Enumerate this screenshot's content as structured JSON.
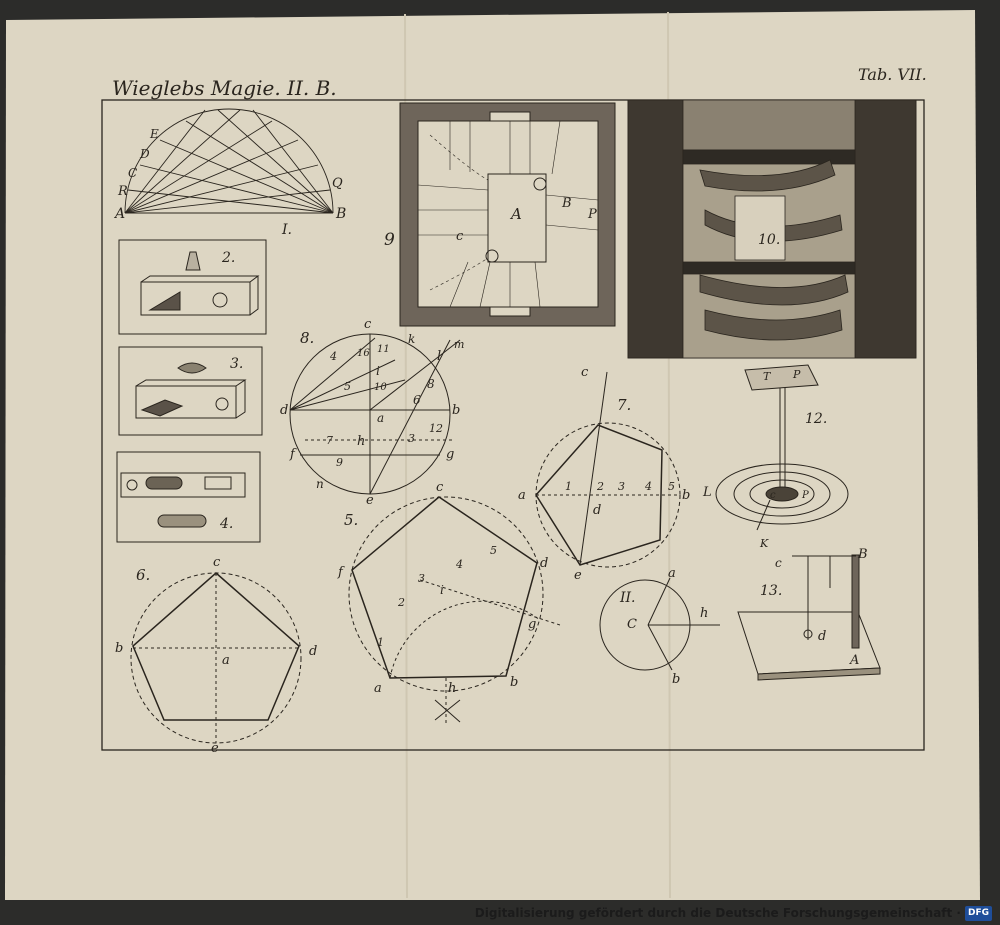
{
  "header": {
    "title": "Wieglebs Magie. II. B.",
    "plate": "Tab. VII."
  },
  "figures": {
    "fig1": {
      "number": "I.",
      "labels": [
        "A",
        "B",
        "R",
        "Q",
        "C",
        "D",
        "E"
      ]
    },
    "fig2": {
      "number": "2."
    },
    "fig3": {
      "number": "3."
    },
    "fig4": {
      "number": "4."
    },
    "fig5": {
      "number": "5.",
      "labels": [
        "c",
        "d",
        "a",
        "b",
        "f",
        "g",
        "h",
        "i",
        "1",
        "2",
        "3",
        "4",
        "5"
      ]
    },
    "fig6": {
      "number": "6.",
      "labels": [
        "c",
        "b",
        "d",
        "a",
        "e"
      ]
    },
    "fig7": {
      "number": "7.",
      "labels": [
        "c",
        "a",
        "b",
        "d",
        "e",
        "1",
        "2",
        "3",
        "4",
        "5"
      ]
    },
    "fig8": {
      "number": "8.",
      "labels": [
        "c",
        "d",
        "b",
        "e",
        "f",
        "g",
        "h",
        "i",
        "k",
        "l",
        "m",
        "n",
        "a",
        "4",
        "16",
        "11",
        "5",
        "10",
        "8",
        "6",
        "12",
        "7",
        "9",
        "3"
      ]
    },
    "fig9": {
      "number": "9",
      "labels": [
        "A",
        "B",
        "P",
        "c"
      ]
    },
    "fig10": {
      "number": "10."
    },
    "fig11": {
      "number": "II.",
      "labels": [
        "a",
        "b",
        "C",
        "h"
      ]
    },
    "fig12": {
      "number": "12.",
      "labels": [
        "T",
        "P",
        "L",
        "c",
        "P",
        "K"
      ]
    },
    "fig13": {
      "number": "13.",
      "labels": [
        "c",
        "B",
        "d",
        "A"
      ]
    }
  },
  "footer": {
    "caption": "Digitalisierung gefördert durch die Deutsche Forschungsgemeinschaft ·",
    "logo": "DFG"
  },
  "colors": {
    "paper": "#ddd6c3",
    "ink": "#2a251e",
    "background": "#2c2c2a"
  }
}
